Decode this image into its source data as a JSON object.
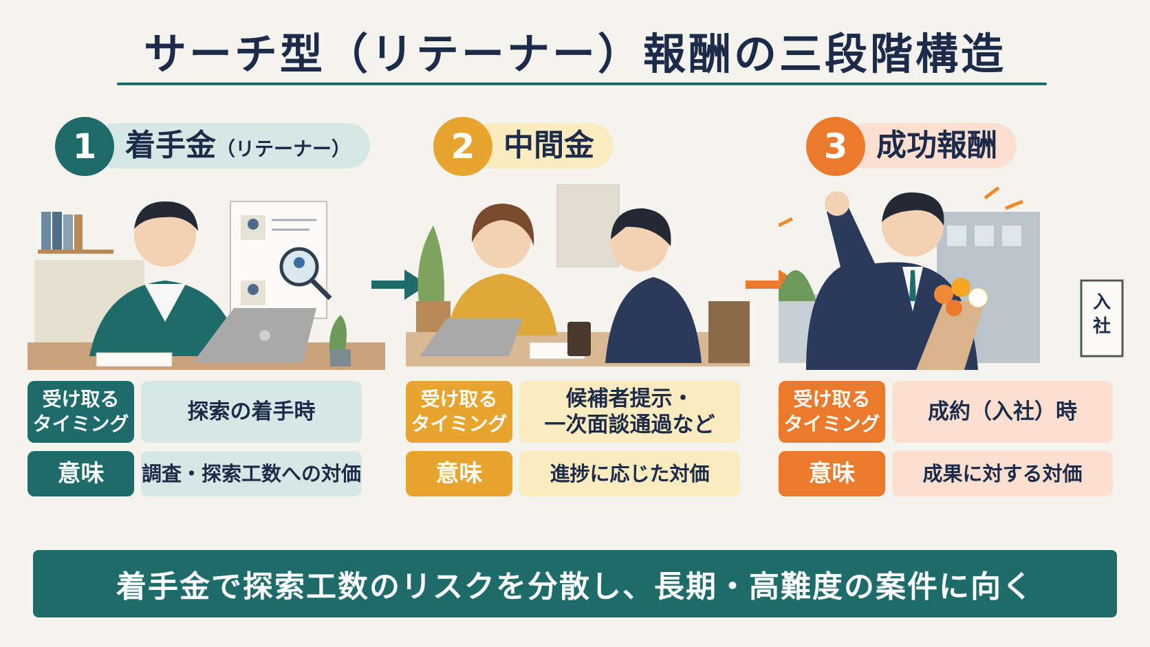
{
  "title": "サーチ型（リテーナー）報酬の三段階構造",
  "colors": {
    "teal": "#1e6b6c",
    "yellow": "#e7a52f",
    "orange": "#ec7a2c"
  },
  "steps": [
    {
      "number": "1",
      "label": "着手金",
      "label_sub": "（リテーナー）",
      "timing_tag": "受け取る\nタイミング",
      "timing": "探索の着手時",
      "meaning_tag": "意味",
      "meaning": "調査・探索工数への対価",
      "scene_icon": "consultant-searching-candidates-illustration"
    },
    {
      "number": "2",
      "label": "中間金",
      "label_sub": "",
      "timing_tag": "受け取る\nタイミング",
      "timing": "候補者提示・\n一次面談通過など",
      "meaning_tag": "意味",
      "meaning": "進捗に応じた対価",
      "scene_icon": "interview-meeting-illustration"
    },
    {
      "number": "3",
      "label": "成功報酬",
      "label_sub": "",
      "timing_tag": "受け取る\nタイミング",
      "timing": "成約（入社）時",
      "meaning_tag": "意味",
      "meaning": "成果に対する対価",
      "scene_icon": "celebrating-new-hire-illustration",
      "sign_text": "入社"
    }
  ],
  "banner": "着手金で探索工数のリスクを分散し、長期・高難度の案件に向く"
}
